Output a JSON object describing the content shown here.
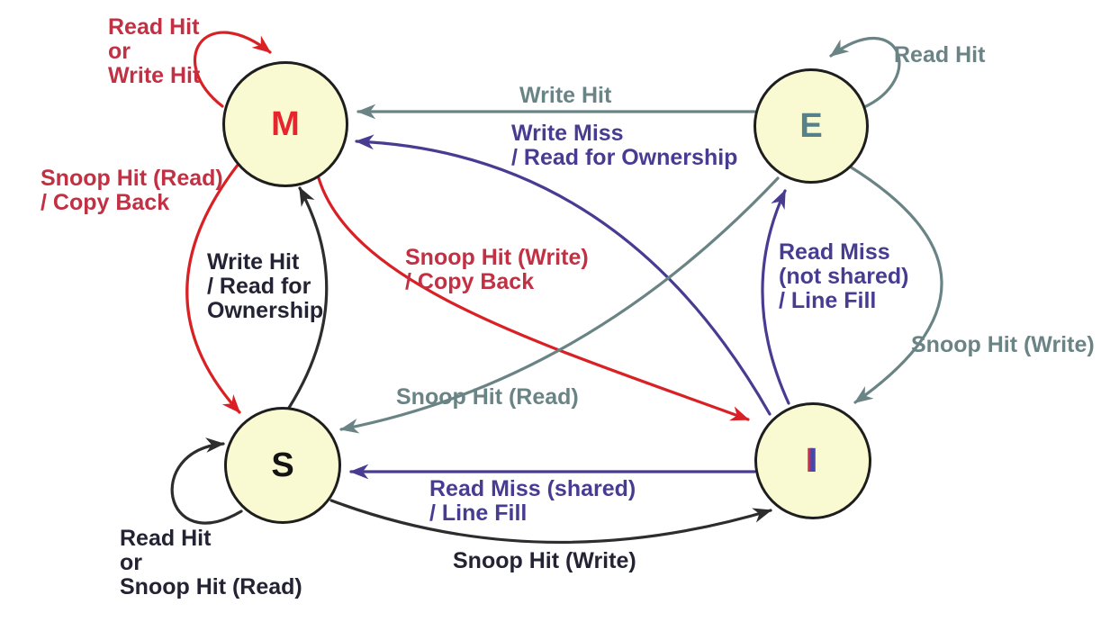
{
  "colors": {
    "node_fill": "#fafad2",
    "node_border": "#1e1e1e",
    "red_arrow": "#d92125",
    "crimson_label": "#c23044",
    "gray": "#6a8486",
    "purple": "#473c92",
    "dark_label": "#232334",
    "black_arrow": "#2d2d2d",
    "m_letter": "#e8242c",
    "e_letter": "#56808a",
    "s_letter": "#141414",
    "i_letter_blue": "#4748ab",
    "i_letter_red": "#c7304a"
  },
  "nodes": [
    {
      "id": "M",
      "letter": "M"
    },
    {
      "id": "E",
      "letter": "E"
    },
    {
      "id": "S",
      "letter": "S"
    },
    {
      "id": "I",
      "letter": "I"
    }
  ],
  "edges": [
    {
      "id": "m-self",
      "from": "M",
      "to": "M",
      "label": "Read Hit\nor\nWrite Hit",
      "color": "red"
    },
    {
      "id": "e-self",
      "from": "E",
      "to": "E",
      "label": "Read Hit",
      "color": "gray"
    },
    {
      "id": "e-to-m",
      "from": "E",
      "to": "M",
      "label": "Write Hit",
      "color": "gray"
    },
    {
      "id": "i-to-m",
      "from": "I",
      "to": "M",
      "label": "Write Miss\n/ Read for Ownership",
      "color": "purple"
    },
    {
      "id": "m-to-s",
      "from": "M",
      "to": "S",
      "label": "Snoop Hit (Read)\n/ Copy Back",
      "color": "red"
    },
    {
      "id": "s-to-m",
      "from": "S",
      "to": "M",
      "label": "Write Hit\n/ Read for\nOwnership",
      "color": "black"
    },
    {
      "id": "m-to-i",
      "from": "M",
      "to": "I",
      "label": "Snoop Hit (Write)\n/ Copy Back",
      "color": "red"
    },
    {
      "id": "i-to-e",
      "from": "I",
      "to": "E",
      "label": "Read Miss\n(not shared)\n/ Line Fill",
      "color": "purple"
    },
    {
      "id": "e-to-i",
      "from": "E",
      "to": "I",
      "label": "Snoop Hit (Write)",
      "color": "gray"
    },
    {
      "id": "e-to-s",
      "from": "E",
      "to": "S",
      "label": "Snoop Hit (Read)",
      "color": "gray"
    },
    {
      "id": "i-to-s",
      "from": "I",
      "to": "S",
      "label": "Read Miss (shared)\n/ Line Fill",
      "color": "purple"
    },
    {
      "id": "s-to-i",
      "from": "S",
      "to": "I",
      "label": "Snoop Hit (Write)",
      "color": "black"
    },
    {
      "id": "s-self",
      "from": "S",
      "to": "S",
      "label": "Read Hit\nor\nSnoop Hit (Read)",
      "color": "black"
    }
  ]
}
